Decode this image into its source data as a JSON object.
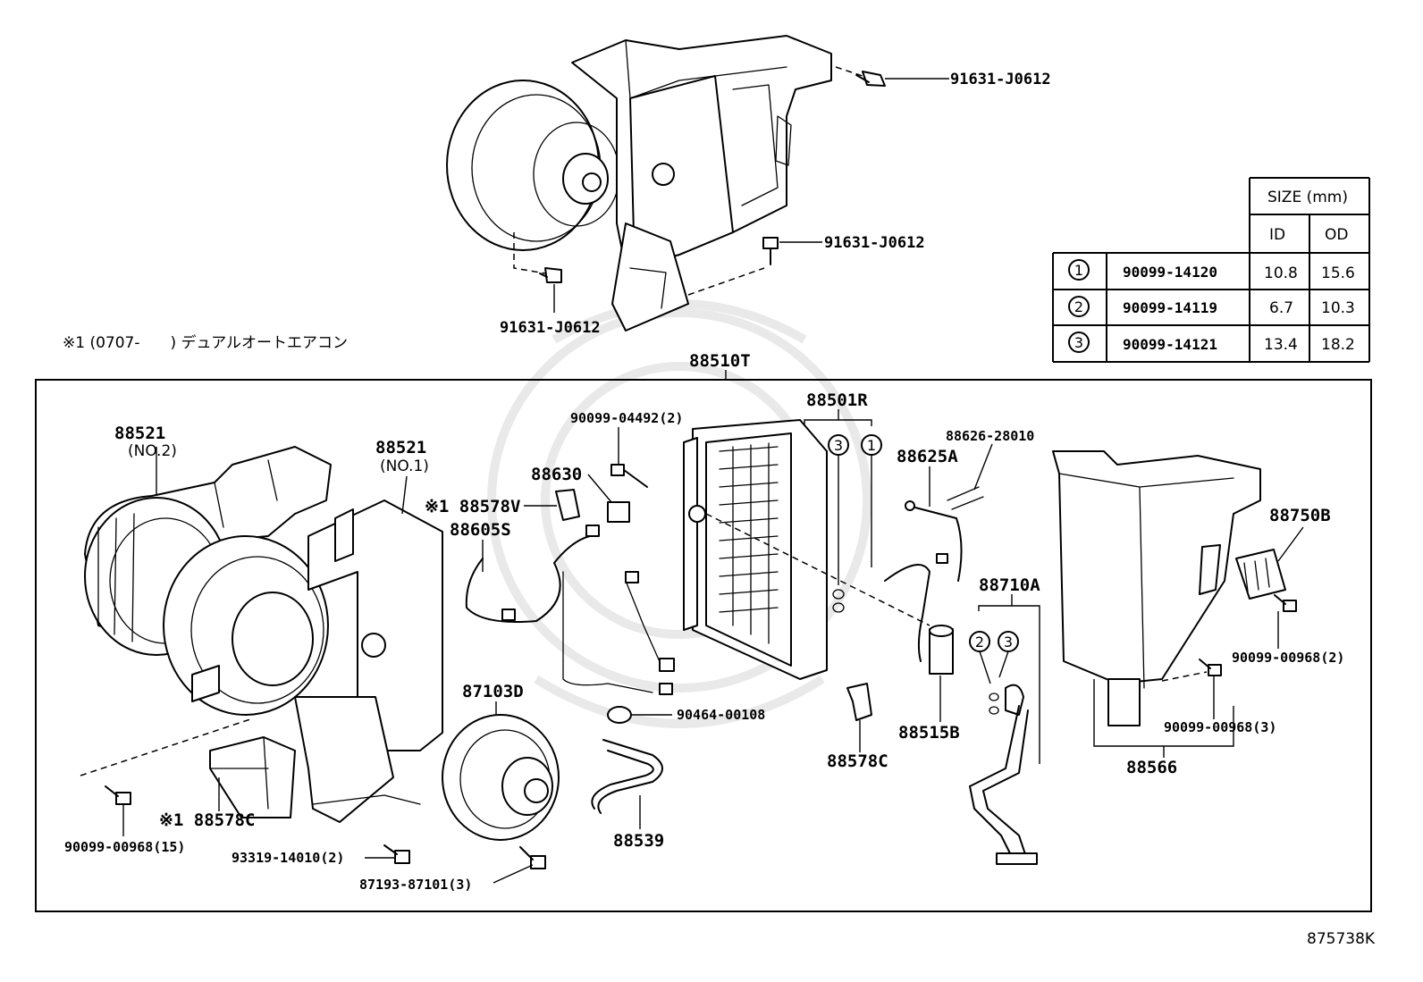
{
  "note": "※1 (0707-　　) デュアルオートエアコン",
  "diagram_code": "875738K",
  "assembly_label": "88510T",
  "top_assembly_labels": [
    "91631-J0612",
    "91631-J0612",
    "91631-J0612"
  ],
  "size_table": {
    "header_group": "SIZE (mm)",
    "col_id": "ID",
    "col_od": "OD",
    "rows": [
      {
        "num": "1",
        "part": "90099-14120",
        "id": "10.8",
        "od": "15.6"
      },
      {
        "num": "2",
        "part": "90099-14119",
        "id": "6.7",
        "od": "10.3"
      },
      {
        "num": "3",
        "part": "90099-14121",
        "id": "13.4",
        "od": "18.2"
      }
    ]
  },
  "parts": {
    "p88521_no2": "88521",
    "p88521_no2_sub": "(NO.2)",
    "p88521_no1": "88521",
    "p88521_no1_sub": "(NO.1)",
    "p90099_04492": "90099-04492(2)",
    "p88630": "88630",
    "p88578v": "※1 88578V",
    "p88605s": "88605S",
    "p88501r": "88501R",
    "p88626": "88626-28010",
    "p88625a": "88625A",
    "p88750b": "88750B",
    "p88710a": "88710A",
    "p87103d": "87103D",
    "p90464": "90464-00108",
    "p90099_00968_2": "90099-00968(2)",
    "p90099_00968_3": "90099-00968(3)",
    "p88515b": "88515B",
    "p88578c_mid": "88578C",
    "p88566": "88566",
    "p88539": "88539",
    "p88578c_left": "※1 88578C",
    "p90099_00968_15": "90099-00968(15)",
    "p93319": "93319-14010(2)",
    "p87193": "87193-87101(3)"
  },
  "callouts": {
    "c88501r_a": "3",
    "c88501r_b": "1",
    "c88710a_a": "2",
    "c88710a_b": "3"
  }
}
